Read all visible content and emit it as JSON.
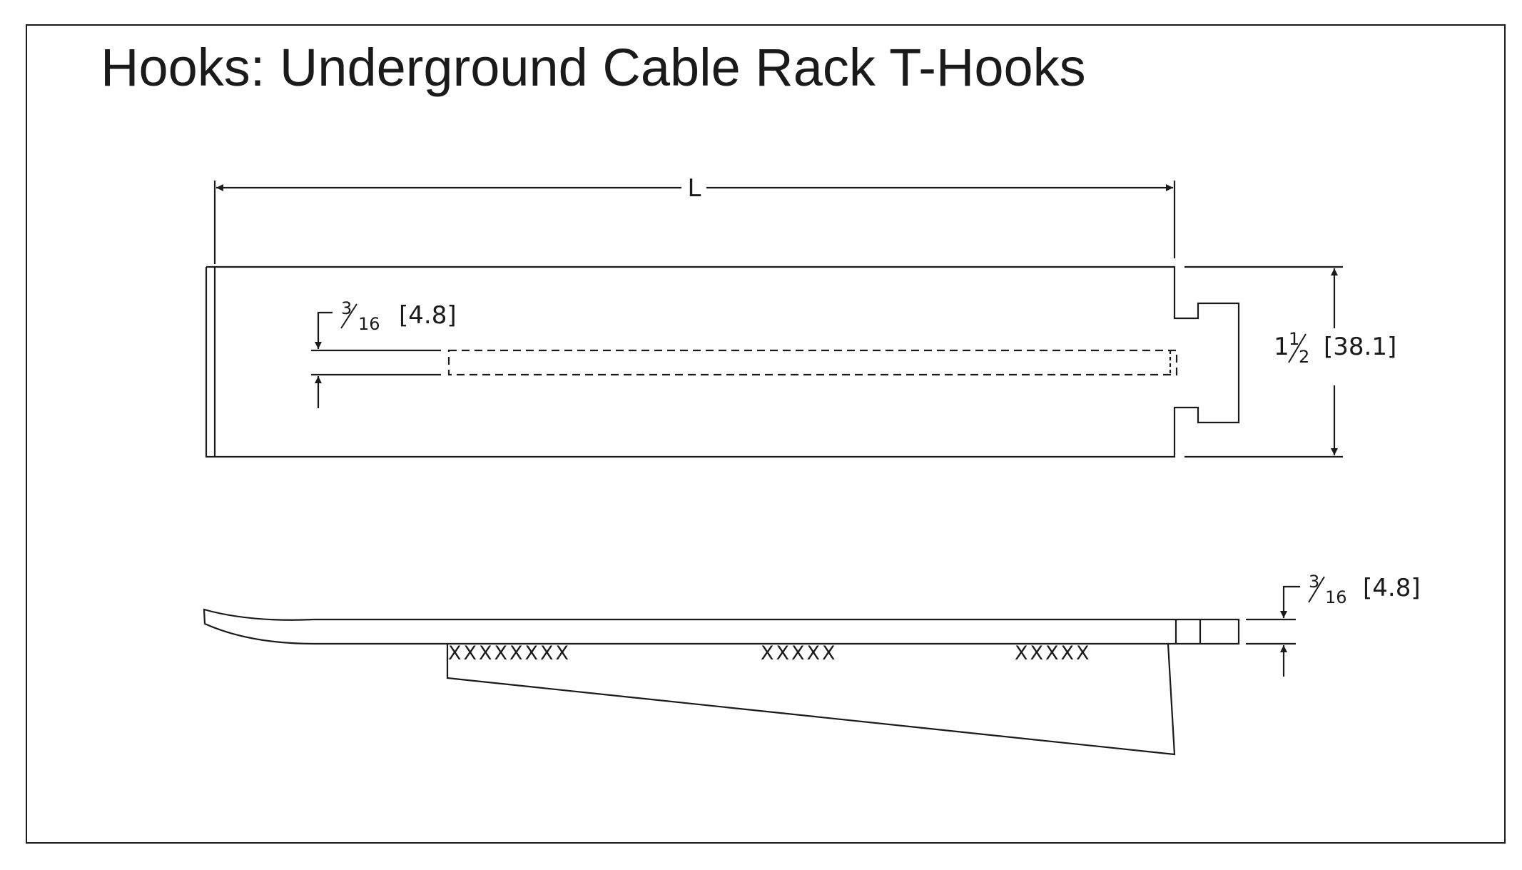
{
  "title": "Hooks: Underground Cable Rack T-Hooks",
  "top_view": {
    "length_label": "L",
    "slot_width": {
      "fraction_num": "3",
      "fraction_den": "16",
      "metric": "[4.8]"
    },
    "overall_width": {
      "whole": "1",
      "fraction_num": "1",
      "fraction_den": "2",
      "metric": "[38.1]"
    }
  },
  "side_view": {
    "thickness": {
      "fraction_num": "3",
      "fraction_den": "16",
      "metric": "[4.8]"
    },
    "weld_marks": [
      "XXXXXXXX",
      "XXXXX",
      "XXXXX"
    ]
  },
  "colors": {
    "line": "#1a1a1a",
    "background": "#ffffff"
  }
}
